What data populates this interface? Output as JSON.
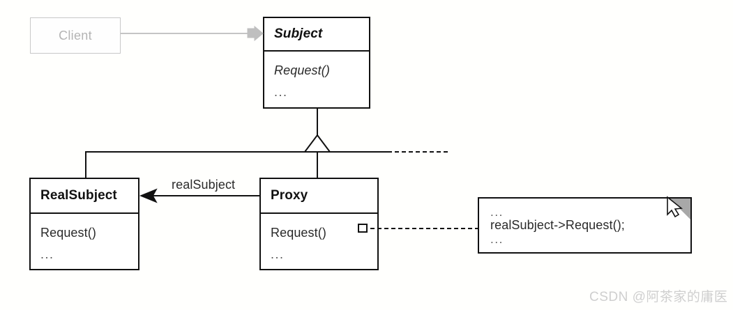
{
  "diagram": {
    "type": "uml-class-diagram",
    "pattern": "Proxy",
    "background_color": "#fffffd",
    "line_color": "#111111",
    "muted_color": "#c4c4c4"
  },
  "classes": {
    "client": {
      "name": "Client",
      "style": "greyed-out",
      "border_color": "#c8c8c8",
      "text_color": "#b4b4b4"
    },
    "subject": {
      "name": "Subject",
      "abstract": true,
      "operations": [
        "Request()",
        "..."
      ]
    },
    "real_subject": {
      "name": "RealSubject",
      "abstract": false,
      "operations": [
        "Request()",
        "..."
      ]
    },
    "proxy": {
      "name": "Proxy",
      "abstract": false,
      "operations": [
        "Request()",
        "..."
      ]
    }
  },
  "note": {
    "lines": [
      "...",
      "realSubject->Request();",
      "..."
    ],
    "fold_color": "#a8a8a8"
  },
  "relationships": {
    "client_to_subject": {
      "kind": "association",
      "label": "",
      "color": "#c4c4c4"
    },
    "inheritance": {
      "kind": "generalization",
      "note": "RealSubject and Proxy inherit from Subject"
    },
    "proxy_to_real_subject": {
      "kind": "association",
      "label": "realSubject"
    },
    "proxy_to_note": {
      "kind": "note-anchor",
      "style": "dashed"
    }
  },
  "watermark": {
    "text": "CSDN @阿茶家的庸医"
  }
}
